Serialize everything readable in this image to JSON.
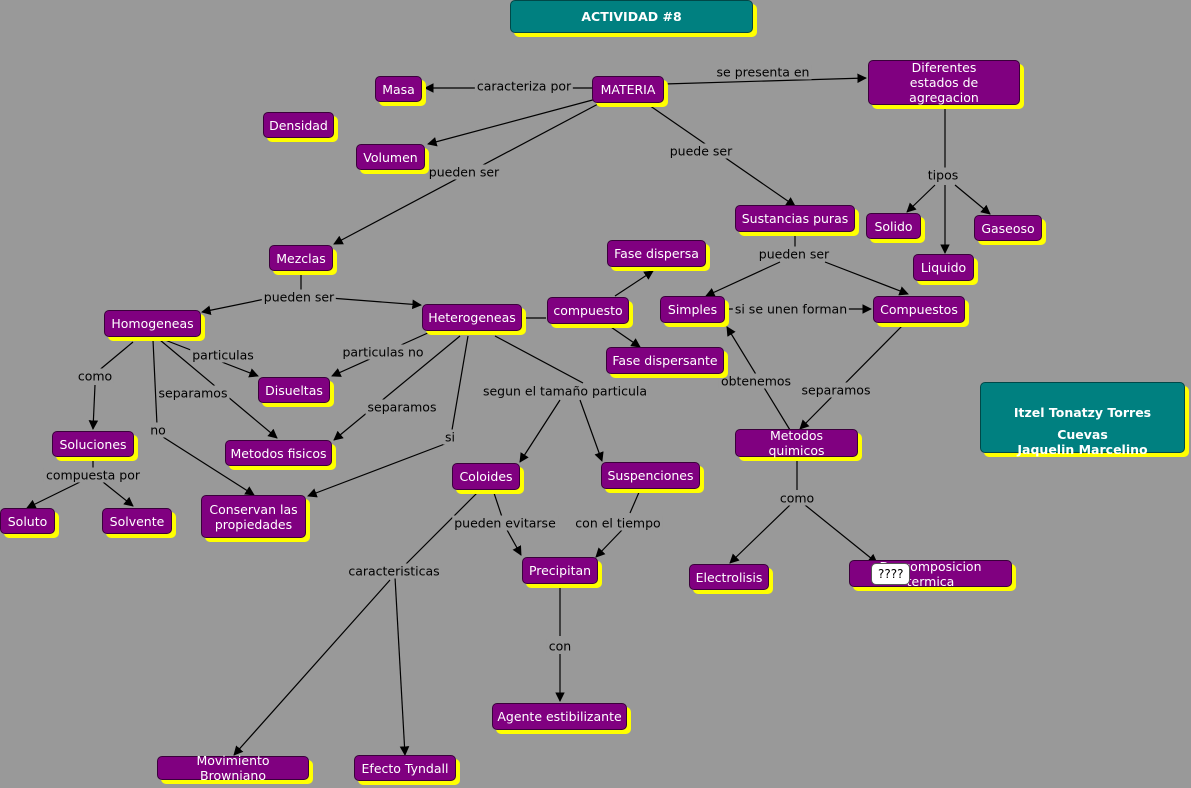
{
  "title": "ACTIVIDAD #8",
  "authors": [
    "Itzel Tonatzy Torres Cuevas",
    "Jaquelin Marcelino"
  ],
  "concepts": {
    "materia": "MATERIA",
    "masa": "Masa",
    "densidad": "Densidad",
    "volumen": "Volumen",
    "estados": "Diferentes\nestados de agregacion",
    "solido": "Solido",
    "liquido": "Liquido",
    "gaseoso": "Gaseoso",
    "sustancias_puras": "Sustancias puras",
    "mezclas": "Mezclas",
    "homogeneas": "Homogeneas",
    "heterogeneas": "Heterogeneas",
    "compuesto": "compuesto",
    "fase_dispersa": "Fase dispersa",
    "fase_dispersante": "Fase dispersante",
    "simples": "Simples",
    "compuestos": "Compuestos",
    "soluciones": "Soluciones",
    "soluto": "Soluto",
    "solvente": "Solvente",
    "disueltas": "Disueltas",
    "metodos_fisicos": "Metodos fisicos",
    "conservan": "Conservan las\npropiedades",
    "coloides": "Coloides",
    "suspenciones": "Suspenciones",
    "precipitan": "Precipitan",
    "agente": "Agente estibilizante",
    "movimiento": "Movimiento Browniano",
    "tyndall": "Efecto Tyndall",
    "metodos_quimicos": "Metodos quimicos",
    "electrolisis": "Electrolisis",
    "descomposicion": "Descomposicion termica"
  },
  "links": {
    "caracteriza_por": "caracteriza por",
    "se_presenta_en": "se presenta en",
    "puede_ser": "puede ser",
    "pueden_ser_1": "pueden ser",
    "tipos": "tipos",
    "pueden_ser_2": "pueden ser",
    "pueden_ser_3": "pueden ser",
    "si_se_unen_forman": "si se unen forman",
    "obtenemos": "obtenemos",
    "separamos_1": "separamos",
    "particulas": "particulas",
    "particulas_no": "particulas no",
    "como_1": "como",
    "separamos_2": "separamos",
    "no": "no",
    "separamos_3": "separamos",
    "si": "si",
    "compuesta_por": "compuesta por",
    "segun_el_tamano": "segun el tamaño particula",
    "pueden_evitarse": "pueden evitarse",
    "con_el_tiempo": "con el tiempo",
    "caracteristicas": "caracteristicas",
    "con": "con",
    "como_2": "como"
  },
  "tooltip": "????"
}
